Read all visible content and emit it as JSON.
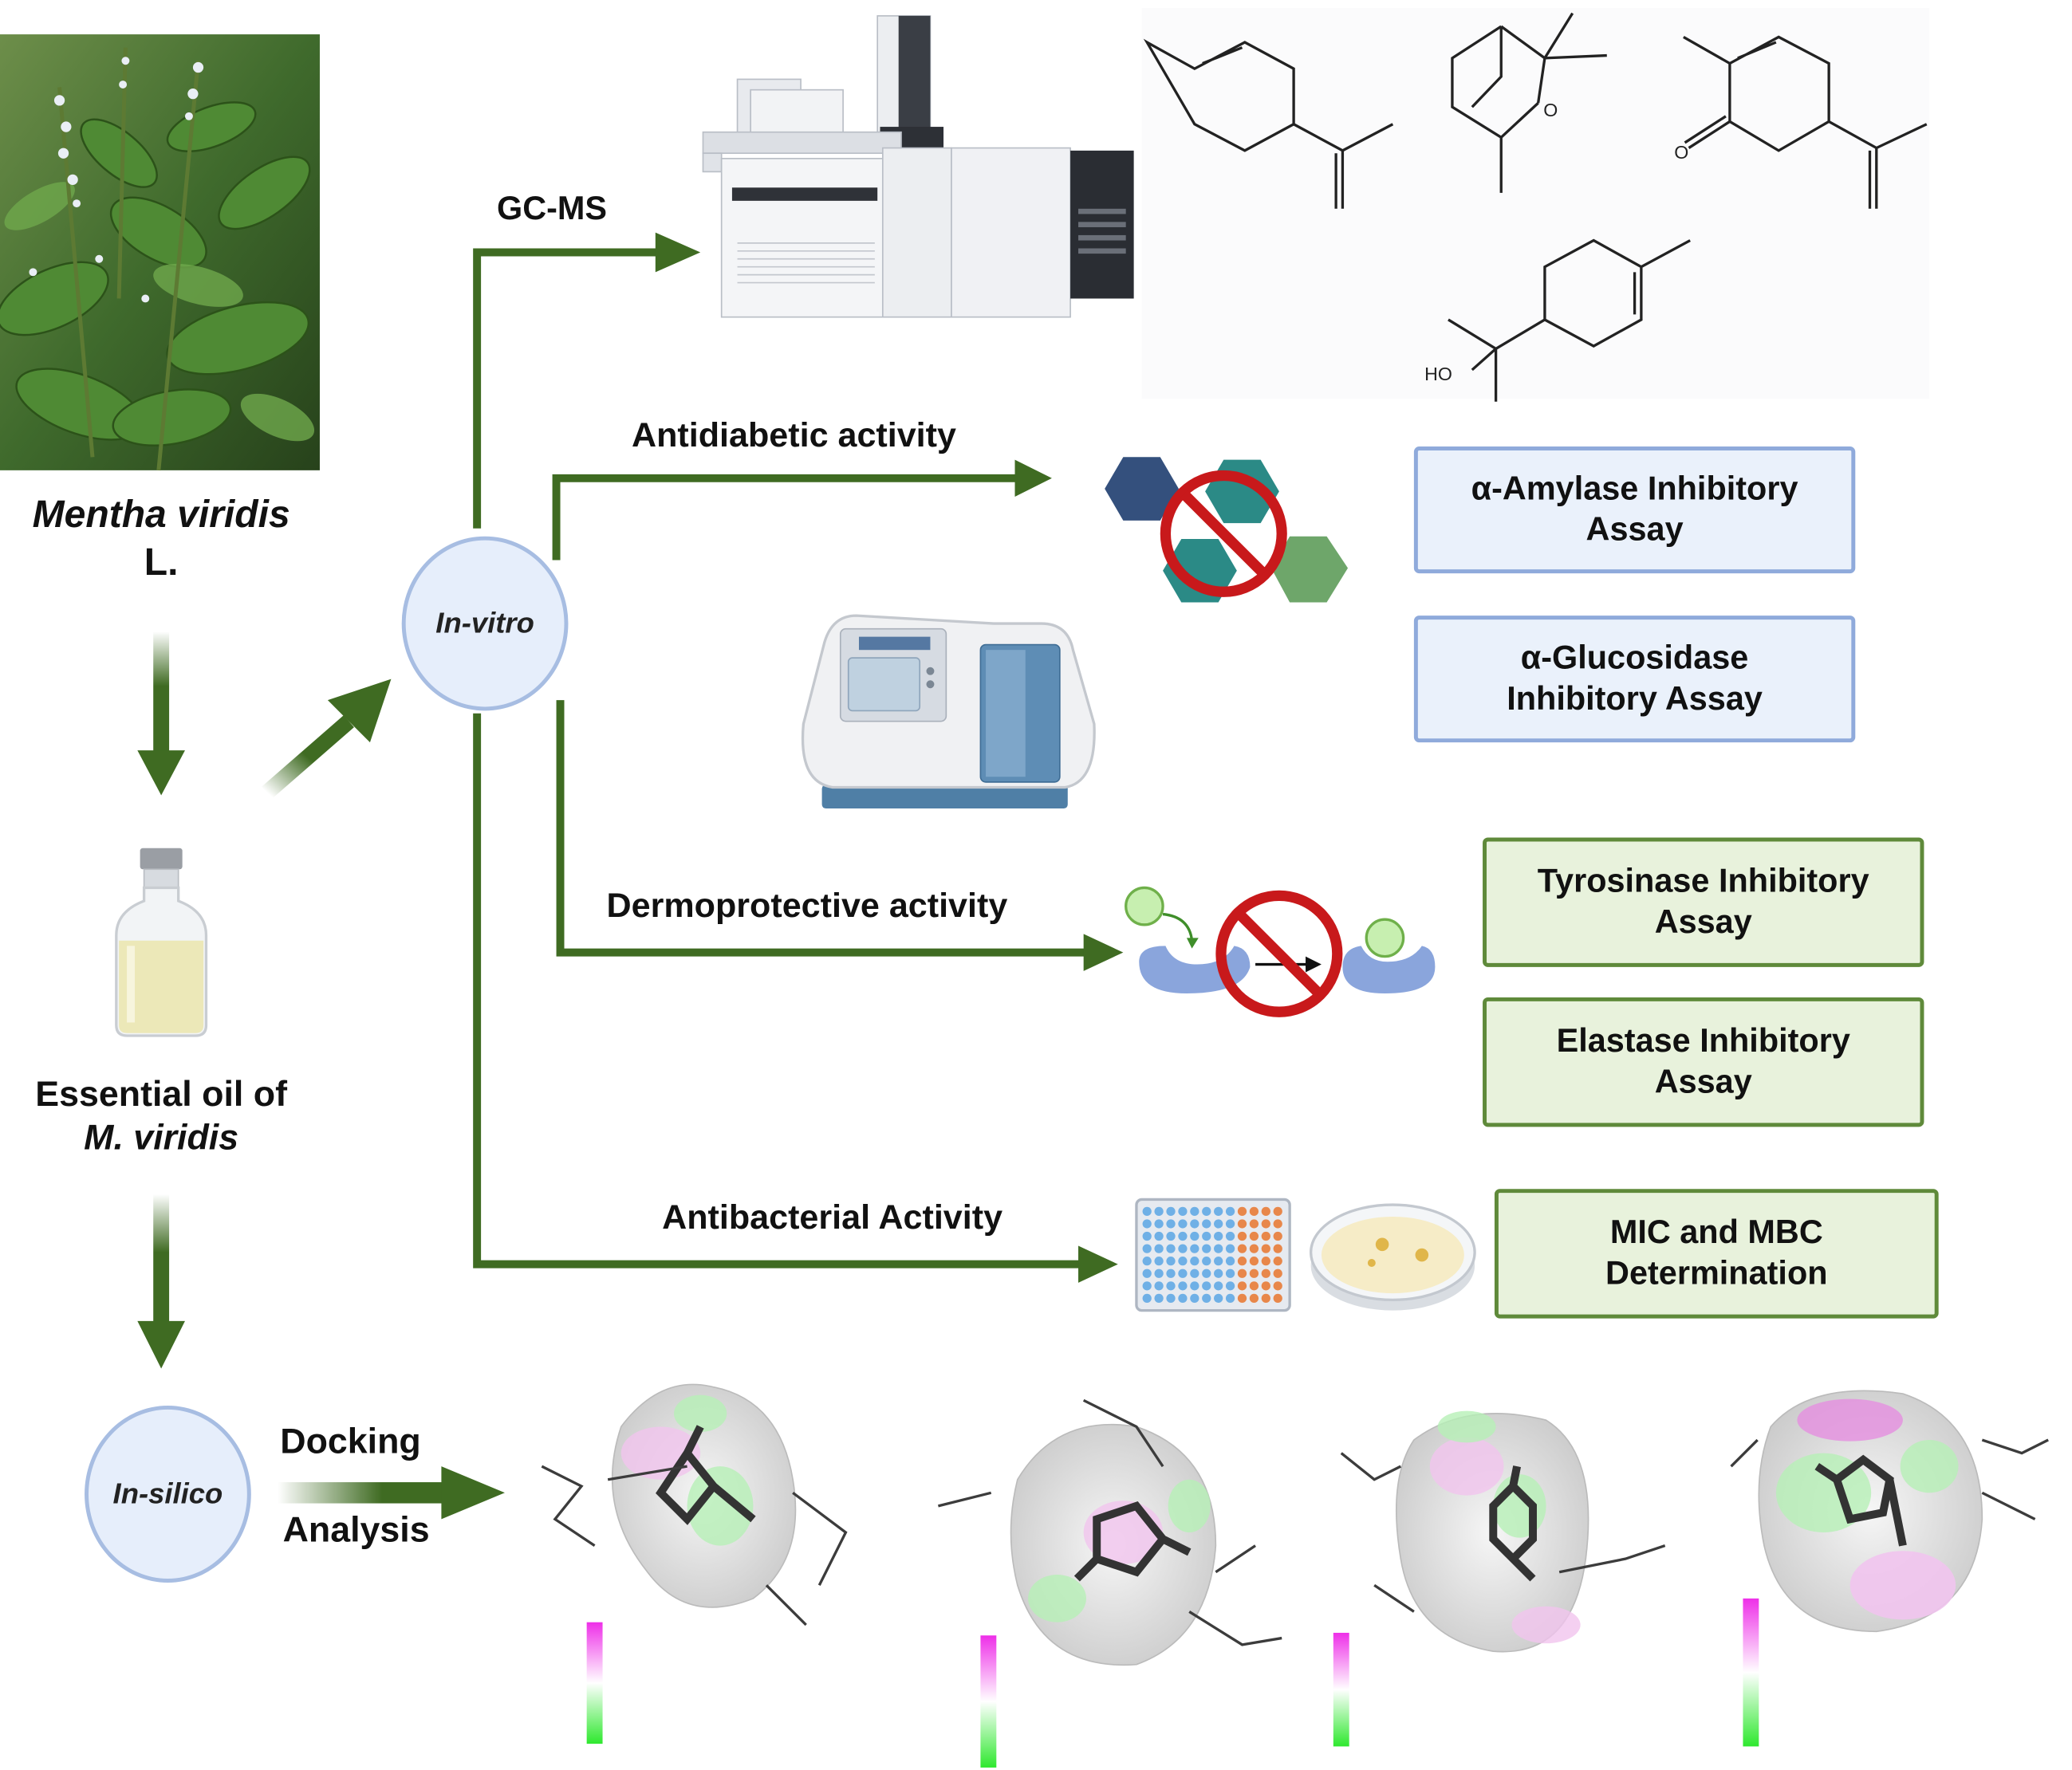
{
  "plant": {
    "name_italic": "Mentha viridis",
    "name_suffix": "L."
  },
  "oil": {
    "line1": "Essential oil of",
    "line2": "M. viridis"
  },
  "nodes": {
    "in_vitro": "In-vitro",
    "in_silico": "In-silico"
  },
  "branches": {
    "gcms": "GC-MS",
    "antidiabetic": "Antidiabetic activity",
    "dermoprotective": "Dermoprotective  activity",
    "antibacterial": "Antibacterial Activity",
    "docking_line1": "Docking",
    "docking_line2": "Analysis"
  },
  "assays": {
    "amylase": {
      "line1": "α-Amylase Inhibitory",
      "line2": "Assay"
    },
    "glucosidase": {
      "line1": "α-Glucosidase",
      "line2": "Inhibitory Assay"
    },
    "tyrosinase": {
      "line1": "Tyrosinase Inhibitory",
      "line2": "Assay"
    },
    "elastase": {
      "line1": "Elastase Inhibitory",
      "line2": "Assay"
    },
    "mic": {
      "line1": "MIC and MBC",
      "line2": "Determination"
    }
  },
  "molecule_labels": {
    "ether_o": "O",
    "ketone_o": "O",
    "hydroxyl": "HO"
  },
  "colors": {
    "arrow_green": "#3f6b22",
    "assay_blue_fill": "#eaf1fb",
    "assay_blue_border": "#8faadb",
    "assay_green_fill": "#e8f2dc",
    "assay_green_border": "#5f8a3a",
    "prohibit_red": "#c8191b",
    "enzyme_blue": "#8aa5dc",
    "hexagon_navy": "#34507d",
    "hexagon_teal": "#2b8a86",
    "hexagon_green": "#6ea66a"
  },
  "icons": [
    "mint-plant-photo",
    "essential-oil-vial-icon",
    "gc-ms-instrument-icon",
    "spectrophotometer-icon",
    "prohibited-icon",
    "microplate-icon",
    "petri-dish-icon",
    "docking-pose-images"
  ]
}
